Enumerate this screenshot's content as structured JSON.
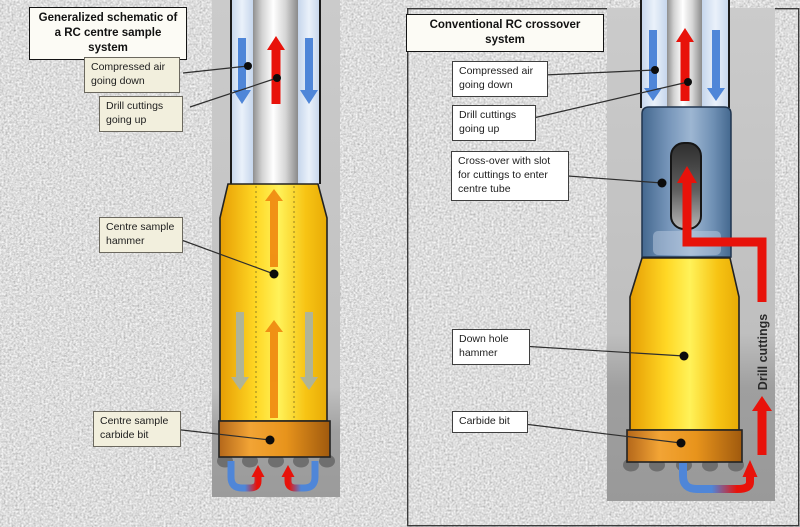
{
  "left_panel": {
    "title": "Generalized schematic of a RC centre sample system",
    "labels": {
      "compressed_air": "Compressed air going down",
      "drill_cuttings": "Drill cuttings going up",
      "hammer": "Centre sample hammer",
      "carbide_bit": "Centre sample carbide bit"
    }
  },
  "right_panel": {
    "title": "Conventional RC crossover system",
    "labels": {
      "compressed_air": "Compressed air going down",
      "drill_cuttings": "Drill cuttings going up",
      "crossover": "Cross-over with slot for cuttings to enter centre tube",
      "hammer": "Down hole hammer",
      "carbide_bit": "Carbide bit",
      "flow_annotation": "Drill cuttings"
    }
  },
  "colors": {
    "air_down_blue": "#4f86d8",
    "cuttings_up_red": "#e8120a",
    "hammer_yellow": "#ffd724",
    "bit_orange": "#e8941c",
    "crossover_blue": "#6f90b4",
    "rock_gray": "#b5b5b5"
  }
}
